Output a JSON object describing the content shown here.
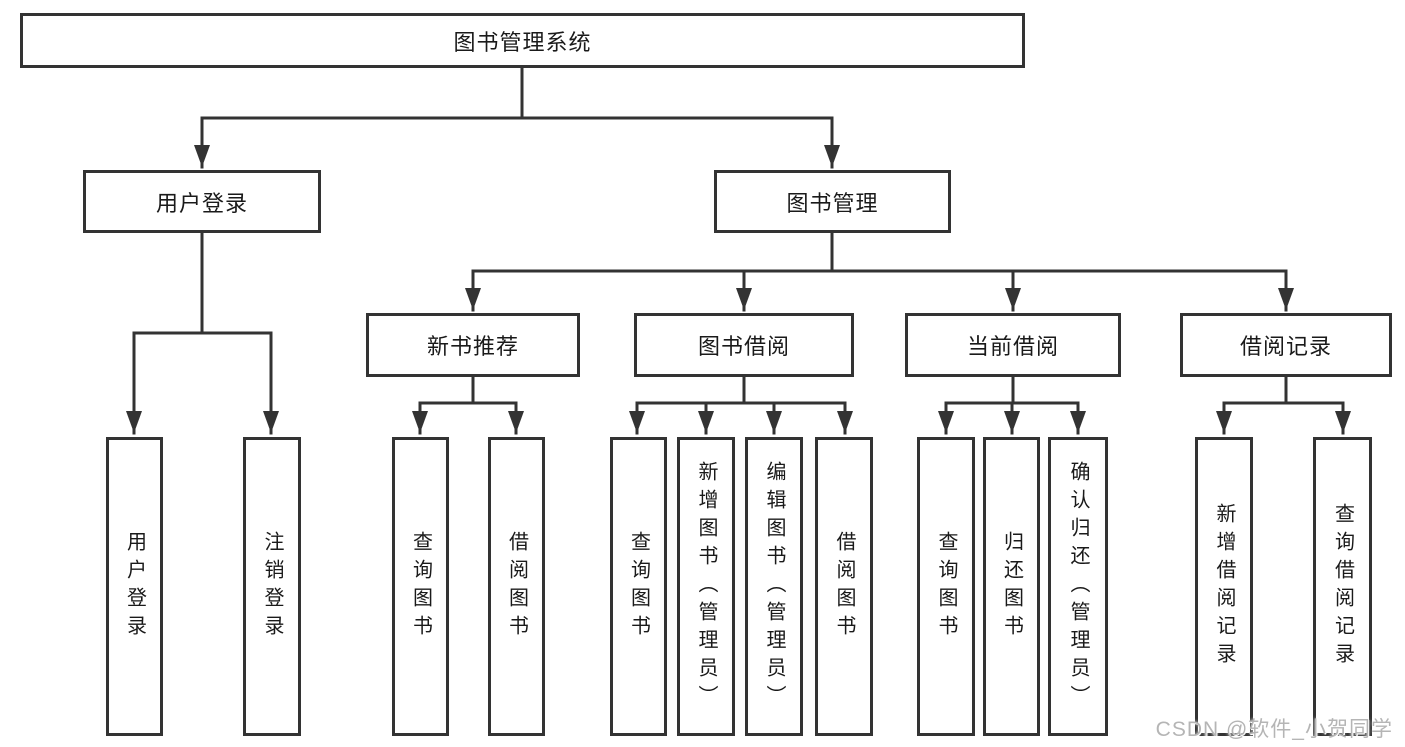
{
  "tree": {
    "label": "图书管理系统",
    "children": [
      {
        "label": "用户登录",
        "children": [
          {
            "label": "用户登录"
          },
          {
            "label": "注销登录"
          }
        ]
      },
      {
        "label": "图书管理",
        "children": [
          {
            "label": "新书推荐",
            "children": [
              {
                "label": "查询图书"
              },
              {
                "label": "借阅图书"
              }
            ]
          },
          {
            "label": "图书借阅",
            "children": [
              {
                "label": "查询图书"
              },
              {
                "label": "新增图书（管理员）"
              },
              {
                "label": "编辑图书（管理员）"
              },
              {
                "label": "借阅图书"
              }
            ]
          },
          {
            "label": "当前借阅",
            "children": [
              {
                "label": "查询图书"
              },
              {
                "label": "归还图书"
              },
              {
                "label": "确认归还（管理员）"
              }
            ]
          },
          {
            "label": "借阅记录",
            "children": [
              {
                "label": "新增借阅记录"
              },
              {
                "label": "查询借阅记录"
              }
            ]
          }
        ]
      }
    ]
  },
  "watermark": {
    "text": "CSDN @软件_小贺同学"
  },
  "colors": {
    "line": "#333333",
    "box_border": "#333333",
    "box_fill": "#ffffff",
    "text": "#1a1a1a",
    "watermark": "#b5b5b5"
  }
}
